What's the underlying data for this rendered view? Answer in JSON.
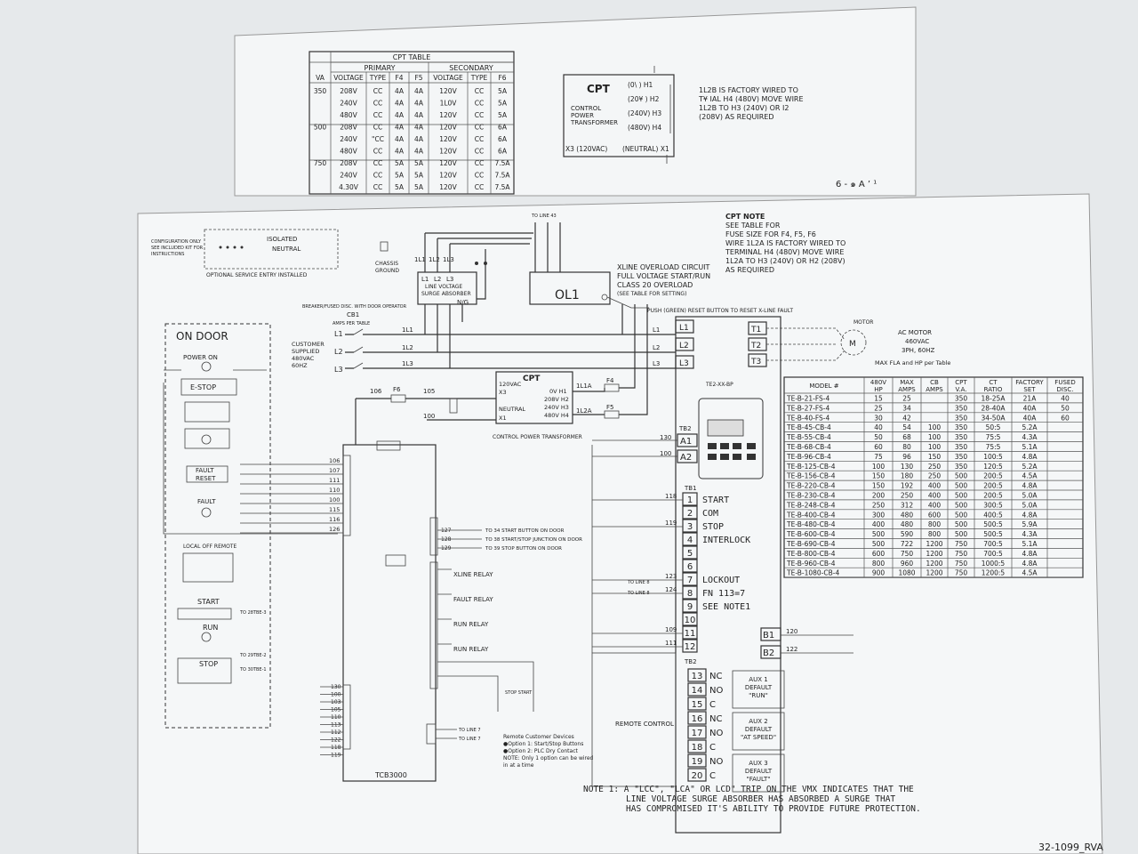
{
  "top_sheet": {
    "cpt_table": {
      "title": "CPT TABLE",
      "group_headers": [
        "PRIMARY",
        "SECONDARY"
      ],
      "columns": [
        "VA",
        "VOLTAGE",
        "TYPE",
        "F4",
        "F5",
        "VOLTAGE",
        "TYPE",
        "F6"
      ],
      "rows": [
        [
          "350",
          "208V",
          "CC",
          "4A",
          "4A",
          "120V",
          "CC",
          "5A"
        ],
        [
          "",
          "240V",
          "CC",
          "4A",
          "4A",
          "1L0V",
          "CC",
          "5A"
        ],
        [
          "",
          "480V",
          "CC",
          "4A",
          "4A",
          "120V",
          "CC",
          "5A"
        ],
        [
          "500",
          "208V",
          "CC",
          "4A",
          "4A",
          "120V",
          "CC",
          "6A"
        ],
        [
          "",
          "240V",
          "\"CC",
          "4A",
          "4A",
          "120V",
          "CC",
          "6A"
        ],
        [
          "",
          "480V",
          "CC",
          "4A",
          "4A",
          "120V",
          "CC",
          "6A"
        ],
        [
          "750",
          "208V",
          "CC",
          "5A",
          "5A",
          "120V",
          "CC",
          "7.5A"
        ],
        [
          "",
          "240V",
          "CC",
          "5A",
          "5A",
          "120V",
          "CC",
          "7.5A"
        ],
        [
          "",
          "4.30V",
          "CC",
          "5A",
          "5A",
          "120V",
          "CC",
          "7.5A"
        ]
      ]
    },
    "cpt_box": {
      "title": "CPT",
      "sub": [
        "CONTROL",
        "POWER",
        "TRANSFORMER"
      ],
      "taps": [
        "(0\\ ) H1",
        "(20¥ ) H2",
        "(240V) H3",
        "(480V) H4"
      ],
      "secondary": [
        "X3 (120VAC)",
        "(NEUTRAL) X1"
      ]
    },
    "note": [
      "1L2B IS FACTORY WIRED TO",
      "T¥  IAL H4 (480V) MOVE WIRE",
      "1L2B TO H3 (240V) OR I2",
      "(208V) AS REQUIRED"
    ],
    "corner": "6 - ๑ A  ’ ¹"
  },
  "main": {
    "cpt_note": [
      "CPT NOTE",
      "SEE TABLE FOR",
      "FUSE SIZE FOR F4, F5, F6",
      "WIRE 1L2A IS FACTORY WIRED TO",
      "TERMINAL H4 (480V) MOVE WIRE",
      "1L2A TO H3 (240V) OR H2 (208V)",
      "AS REQUIRED"
    ],
    "config_note": [
      "CONFIGURATION ONLY",
      "SEE INCLUDED KIT FOR",
      "INSTRUCTIONS"
    ],
    "isolated_neutral": [
      "ISOLATED",
      "NEUTRAL"
    ],
    "optional_entry": "OPTIONAL SERVICE ENTRY INSTALLED",
    "chassis_ground": [
      "CHASSIS",
      "GROUND"
    ],
    "surge_absorber": [
      "LINE VOLTAGE",
      "SURGE ABSORBER"
    ],
    "surge_labels": [
      "1L1",
      "1L2",
      "1L3",
      "L1",
      "L2",
      "L3",
      "N/G"
    ],
    "ol1": "OL1",
    "overload_note": [
      "XLINE OVERLOAD CIRCUIT",
      "FULL VOLTAGE START/RUN",
      "CLASS 20 OVERLOAD",
      "(SEE TABLE FOR SETTING)"
    ],
    "reset_note": "PUSH (GREEN) RESET BUTTON TO RESET X-LINE FAULT",
    "breaker_note": "BREAKER/FUSED DISC. WITH DOOR OPERATOR",
    "cb1": [
      "CB1",
      "AMPS PER TABLE"
    ],
    "customer_supplied": [
      "CUSTOMER",
      "SUPPLIED",
      "480VAC",
      "60HZ"
    ],
    "lines": [
      "L1",
      "L2",
      "L3"
    ],
    "line_labels": [
      "1L1",
      "1L2",
      "1L3"
    ],
    "t_terms": [
      "T1",
      "T2",
      "T3"
    ],
    "motor": [
      "MOTOR",
      "AC MOTOR",
      "460VAC",
      "3PH, 60HZ",
      "MAX FLA and HP per Table"
    ],
    "on_door": "ON DOOR",
    "power_on": "POWER ON",
    "estop": "E-STOP",
    "fault_reset": [
      "FAULT",
      "RESET"
    ],
    "fault": "FAULT",
    "local_off_remote": "LOCAL OFF REMOTE",
    "start": "START",
    "run": "RUN",
    "stop": "STOP",
    "to_tb": [
      "TO 28TBE-3",
      "TO 29TBE-2",
      "TO 30TBE-1"
    ],
    "cpt_main": {
      "title": "CPT",
      "left": [
        "120VAC",
        "X3",
        "NEUTRAL",
        "X1"
      ],
      "right": [
        "0V H1",
        "208V H2",
        "240V H3",
        "480V H4"
      ],
      "caption": "CONTROL POWER TRANSFORMER"
    },
    "fuses": [
      "F6",
      "F4",
      "F5"
    ],
    "fuse_wires": [
      "106",
      "105",
      "100",
      "1L1A",
      "1L2A"
    ],
    "tcb": "TCB3000",
    "relays": [
      "XLINE RELAY",
      "FAULT RELAY",
      "RUN RELAY",
      "RUN RELAY"
    ],
    "to_door": [
      "TO 34  START BUTTON ON DOOR",
      "TO 38  START/STOP JUNCTION ON DOOR",
      "TO 39  STOP BUTTON ON DOOR"
    ],
    "to_door_wires": [
      "127",
      "128",
      "129"
    ],
    "left_wires": [
      "106",
      "107",
      "111",
      "110",
      "100",
      "115",
      "116",
      "126"
    ],
    "bottom_wires": [
      "130",
      "100",
      "103",
      "105",
      "110",
      "113",
      "112",
      "122",
      "118",
      "119"
    ],
    "to_line7": [
      "TO LINE 7",
      "TO LINE 7"
    ],
    "remote_note": [
      "Remote Customer Devices",
      "●Option 1: Start/Stop Buttons",
      "●Option 2: PLC Dry Contact",
      "NOTE: Only 1 option can be wired",
      "     in at a time"
    ],
    "remote_control": "REMOTE CONTROL",
    "te_model": "TE2-XX-BP",
    "tb_labels": [
      "TB2",
      "TB1",
      "TB2"
    ],
    "a_terms": [
      {
        "id": "A1",
        "wire": "130"
      },
      {
        "id": "A2",
        "wire": "100"
      }
    ],
    "tb1_rows": [
      {
        "n": "1",
        "label": "START",
        "wire": "118"
      },
      {
        "n": "2",
        "label": "COM",
        "wire": ""
      },
      {
        "n": "3",
        "label": "STOP",
        "wire": "119"
      },
      {
        "n": "4",
        "label": "INTERLOCK",
        "wire": ""
      },
      {
        "n": "5",
        "label": "",
        "wire": ""
      },
      {
        "n": "6",
        "label": "",
        "wire": ""
      },
      {
        "n": "7",
        "label": "LOCKOUT",
        "wire": "123"
      },
      {
        "n": "8",
        "label": "FN 113=7",
        "wire": "124"
      },
      {
        "n": "9",
        "label": "SEE NOTE1",
        "wire": ""
      },
      {
        "n": "10",
        "label": "",
        "wire": ""
      },
      {
        "n": "11",
        "label": "",
        "wire": "109"
      },
      {
        "n": "12",
        "label": "",
        "wire": "111"
      }
    ],
    "to_line8": [
      "TO LINE 8",
      "TO LINE 8"
    ],
    "b_terms": [
      {
        "id": "B1",
        "wire": "120"
      },
      {
        "id": "B2",
        "wire": "122"
      }
    ],
    "aux_rows": [
      {
        "n": "13",
        "c": "NC"
      },
      {
        "n": "14",
        "c": "NO"
      },
      {
        "n": "15",
        "c": "C"
      },
      {
        "n": "16",
        "c": "NC"
      },
      {
        "n": "17",
        "c": "NO"
      },
      {
        "n": "18",
        "c": "C"
      },
      {
        "n": "19",
        "c": "NO"
      },
      {
        "n": "20",
        "c": "C"
      }
    ],
    "aux_boxes": [
      [
        "AUX 1",
        "DEFAULT",
        "\"RUN\""
      ],
      [
        "AUX 2",
        "DEFAULT",
        "\"AT SPEED\""
      ],
      [
        "AUX 3",
        "DEFAULT",
        "\"FAULT\""
      ]
    ],
    "model_table": {
      "headers": [
        "MODEL #",
        "480V\nHP",
        "MAX\nAMPS",
        "CB\nAMPS",
        "CPT\nV.A.",
        "CT\nRATIO",
        "FACTORY\nSET",
        "FUSED\nDISC."
      ],
      "rows": [
        [
          "TE-B-21-FS-4",
          "15",
          "25",
          "",
          "350",
          "18-25A",
          "21A",
          "40"
        ],
        [
          "TE-B-27-FS-4",
          "25",
          "34",
          "",
          "350",
          "28-40A",
          "40A",
          "50"
        ],
        [
          "TE-B-40-FS-4",
          "30",
          "42",
          "",
          "350",
          "34-50A",
          "40A",
          "60"
        ],
        [
          "TE-B-45-CB-4",
          "40",
          "54",
          "100",
          "350",
          "50:5",
          "5.2A",
          ""
        ],
        [
          "TE-B-55-CB-4",
          "50",
          "68",
          "100",
          "350",
          "75:5",
          "4.3A",
          ""
        ],
        [
          "TE-B-68-CB-4",
          "60",
          "80",
          "100",
          "350",
          "75:5",
          "5.1A",
          ""
        ],
        [
          "TE-B-96-CB-4",
          "75",
          "96",
          "150",
          "350",
          "100:5",
          "4.8A",
          ""
        ],
        [
          "TE-B-125-CB-4",
          "100",
          "130",
          "250",
          "350",
          "120:5",
          "5.2A",
          ""
        ],
        [
          "TE-B-156-CB-4",
          "150",
          "180",
          "250",
          "500",
          "200:5",
          "4.5A",
          ""
        ],
        [
          "TE-B-220-CB-4",
          "150",
          "192",
          "400",
          "500",
          "200:5",
          "4.8A",
          ""
        ],
        [
          "TE-B-230-CB-4",
          "200",
          "250",
          "400",
          "500",
          "200:5",
          "5.0A",
          ""
        ],
        [
          "TE-B-248-CB-4",
          "250",
          "312",
          "400",
          "500",
          "300:5",
          "5.0A",
          ""
        ],
        [
          "TE-B-400-CB-4",
          "300",
          "480",
          "600",
          "500",
          "400:5",
          "4.8A",
          ""
        ],
        [
          "TE-B-480-CB-4",
          "400",
          "480",
          "800",
          "500",
          "500:5",
          "5.9A",
          ""
        ],
        [
          "TE-B-600-CB-4",
          "500",
          "590",
          "800",
          "500",
          "500:5",
          "4.3A",
          ""
        ],
        [
          "TE-B-690-CB-4",
          "500",
          "722",
          "1200",
          "750",
          "700:5",
          "5.1A",
          ""
        ],
        [
          "TE-B-800-CB-4",
          "600",
          "750",
          "1200",
          "750",
          "700:5",
          "4.8A",
          ""
        ],
        [
          "TE-B-960-CB-4",
          "800",
          "960",
          "1200",
          "750",
          "1000:5",
          "4.8A",
          ""
        ],
        [
          "TE-B-1080-CB-4",
          "900",
          "1080",
          "1200",
          "750",
          "1200:5",
          "4.5A",
          ""
        ]
      ]
    },
    "note1": [
      "NOTE 1:  A \"LCC\", \"LCA\" OR LCD\" TRIP ON THE VMX INDICATES THAT THE",
      "LINE VOLTAGE SURGE ABSORBER HAS ABSORBED A SURGE THAT",
      "HAS COMPROMISED IT'S ABILITY TO PROVIDE FUTURE PROTECTION."
    ],
    "drawing_no": "32-1099_RVA"
  }
}
